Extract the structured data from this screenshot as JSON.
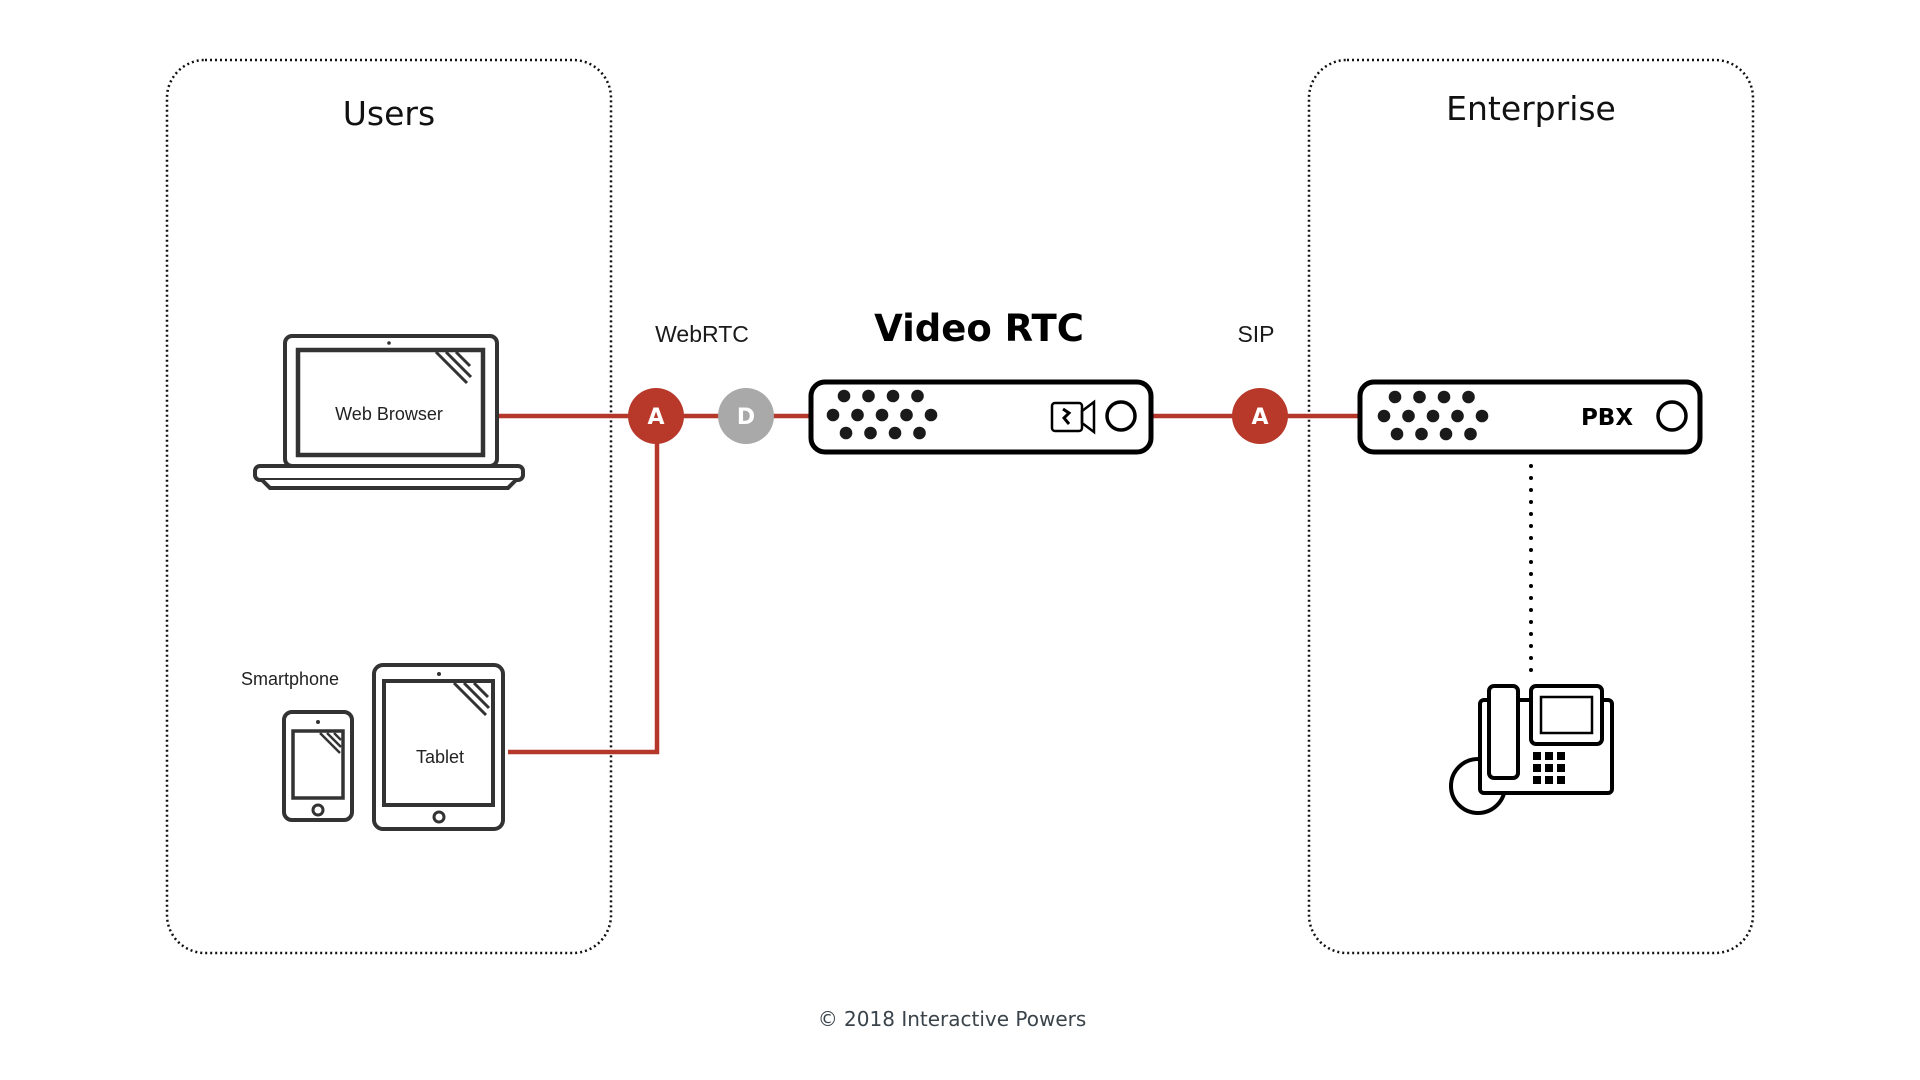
{
  "zones": {
    "users": {
      "title": "Users"
    },
    "enterprise": {
      "title": "Enterprise"
    }
  },
  "protocols": {
    "left": "WebRTC",
    "right": "SIP"
  },
  "server": {
    "title": "Video RTC",
    "icon": "video-camera-icon"
  },
  "badges": {
    "webrtc_a": "A",
    "webrtc_d": "D",
    "sip_a": "A"
  },
  "devices": {
    "laptop": {
      "label": "Web Browser",
      "icon": "laptop-icon"
    },
    "smartphone": {
      "label": "Smartphone",
      "icon": "smartphone-icon"
    },
    "tablet": {
      "label": "Tablet",
      "icon": "tablet-icon"
    },
    "pbx": {
      "label": "PBX",
      "icon": "server-icon"
    },
    "deskphone": {
      "icon": "desk-phone-icon"
    }
  },
  "colors": {
    "connection": "#b4372a",
    "badge_active": "#b8392a",
    "badge_inactive": "#a9a9a9",
    "outline": "#000000",
    "footer": "#3a434a"
  },
  "footer": {
    "copyright": "© 2018 Interactive Powers"
  }
}
